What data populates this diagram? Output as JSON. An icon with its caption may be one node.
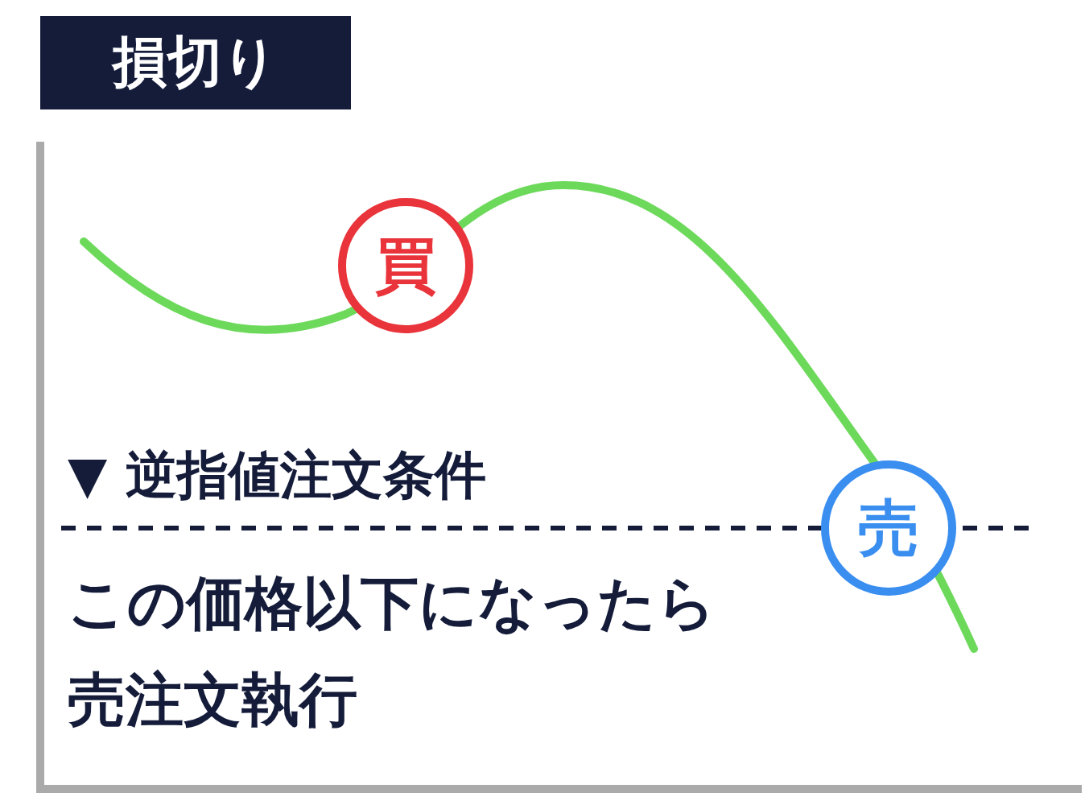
{
  "diagram": {
    "title": "損切り",
    "nodes": [
      {
        "text": [
          "買"
        ]
      },
      {
        "text": [
          "売"
        ]
      }
    ],
    "edges": [],
    "labels": [
      "▼ 逆指値注文条件",
      "この価格以下になったら売注文執行"
    ]
  }
}
